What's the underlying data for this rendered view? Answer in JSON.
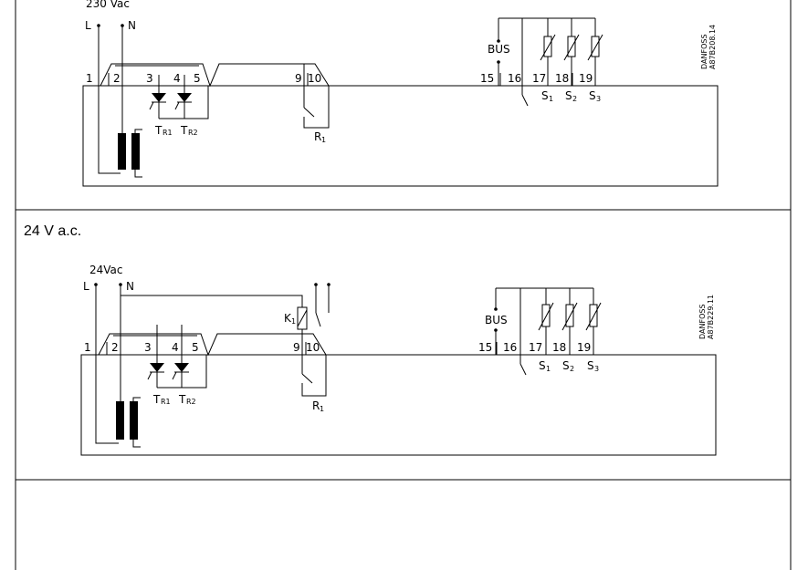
{
  "panel1": {
    "supply_label": "230  Vac",
    "line_label": "L",
    "neutral_label": "N",
    "terminals": [
      "1",
      "2",
      "3",
      "4",
      "5",
      "9",
      "10",
      "15",
      "16",
      "17",
      "18",
      "19"
    ],
    "triac1": "T",
    "triac1_sub": "R1",
    "triac2": "T",
    "triac2_sub": "R2",
    "relay": "R",
    "relay_sub": "1",
    "bus_label": "BUS",
    "sensors": [
      {
        "label": "S",
        "sub": "1"
      },
      {
        "label": "S",
        "sub": "2"
      },
      {
        "label": "S",
        "sub": "3"
      }
    ],
    "code_line1": "DANFOSS",
    "code_line2": "A87B208.14"
  },
  "panel2": {
    "title": "24 V a.c.",
    "supply_label": "24Vac",
    "line_label": "L",
    "neutral_label": "N",
    "terminals": [
      "1",
      "2",
      "3",
      "4",
      "5",
      "9",
      "10",
      "15",
      "16",
      "17",
      "18",
      "19"
    ],
    "triac1": "T",
    "triac1_sub": "R1",
    "triac2": "T",
    "triac2_sub": "R2",
    "relay": "R",
    "relay_sub": "1",
    "contactor": "K",
    "contactor_sub": "1",
    "bus_label": "BUS",
    "sensors": [
      {
        "label": "S",
        "sub": "1"
      },
      {
        "label": "S",
        "sub": "2"
      },
      {
        "label": "S",
        "sub": "3"
      }
    ],
    "code_line1": "DANFOSS",
    "code_line2": "A87B229.11"
  }
}
